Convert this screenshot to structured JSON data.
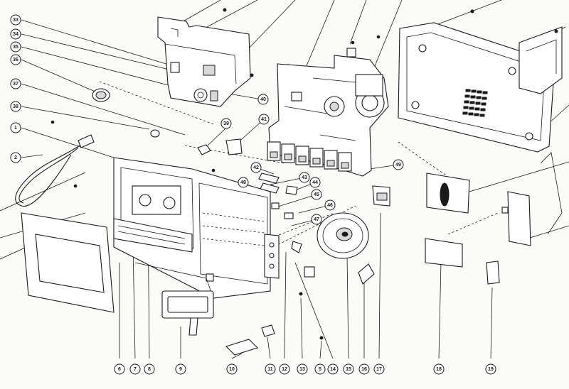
{
  "callouts": [
    "33",
    "34",
    "35",
    "36",
    "37",
    "38",
    "1",
    "2",
    "39",
    "40",
    "41",
    "42",
    "43",
    "44",
    "45",
    "46",
    "47",
    "48",
    "49",
    "6",
    "7",
    "8",
    "9",
    "10",
    "11",
    "12",
    "13",
    "5",
    "14",
    "15",
    "16",
    "17",
    "18",
    "19"
  ]
}
